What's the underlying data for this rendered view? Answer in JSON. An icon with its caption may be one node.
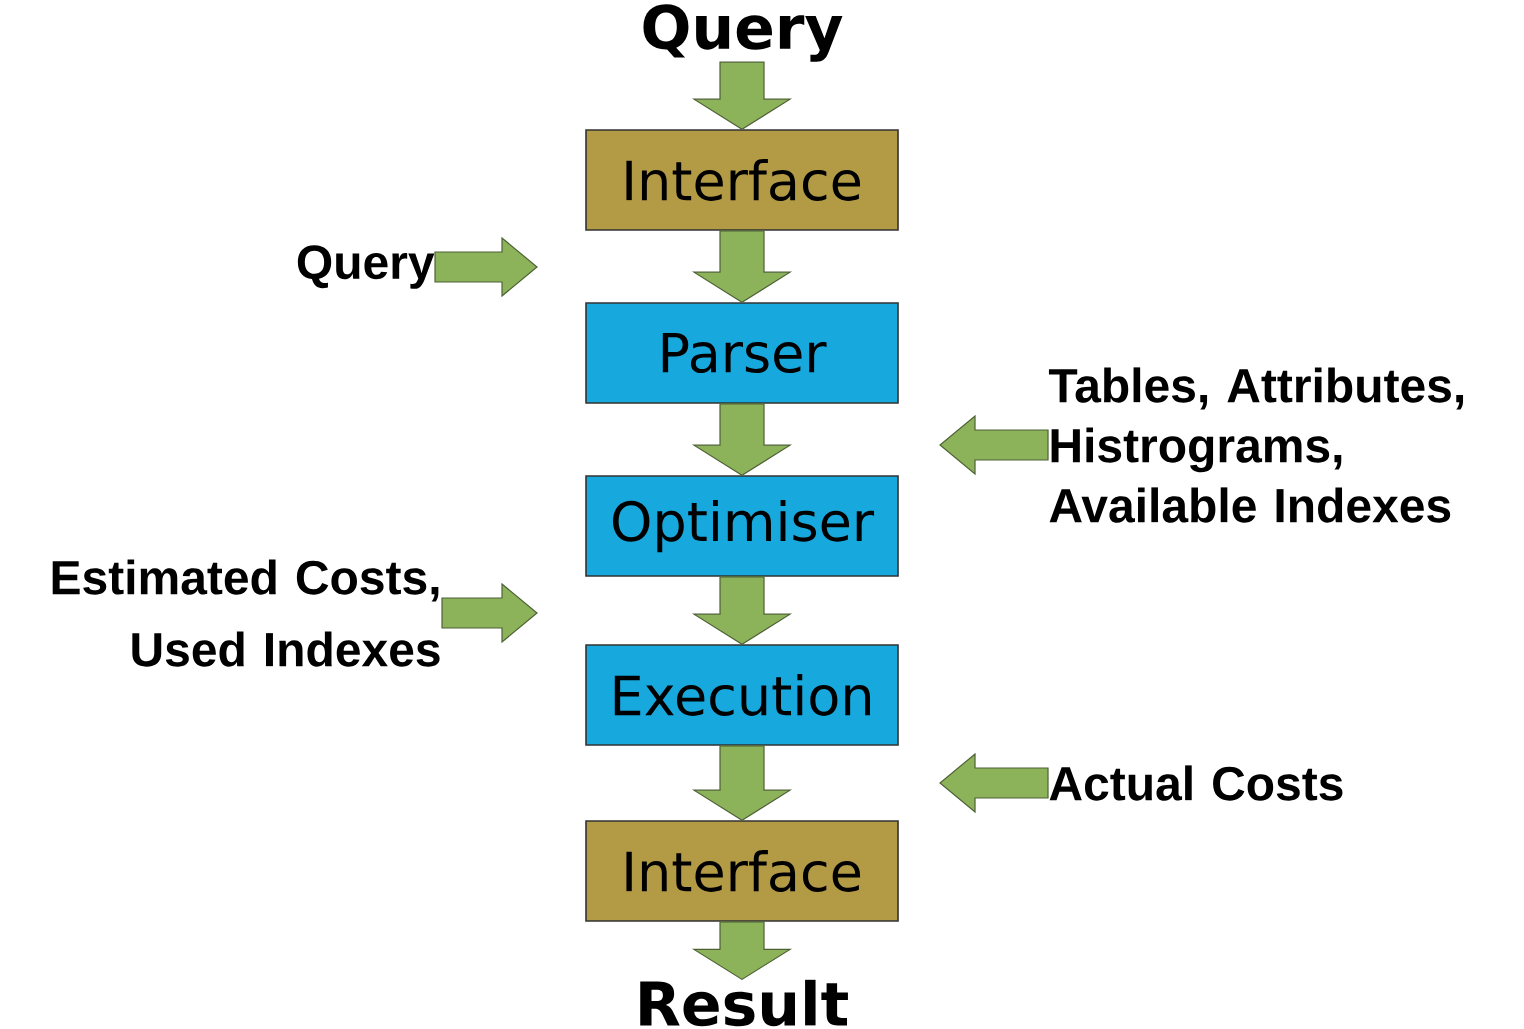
{
  "diagram": {
    "nodes": [
      {
        "text": [
          "Query"
        ]
      },
      {
        "text": [
          "Interface"
        ]
      },
      {
        "text": [
          "Parser"
        ]
      },
      {
        "text": [
          "Optimiser"
        ]
      },
      {
        "text": [
          "Execution"
        ]
      },
      {
        "text": [
          "Interface"
        ]
      },
      {
        "text": [
          "Result"
        ]
      },
      {
        "text": [
          "Query"
        ]
      },
      {
        "text": [
          "Tables, Attributes, Histrograms, Available Indexes"
        ]
      },
      {
        "text": [
          "Estimated Costs, Used Indexes"
        ]
      },
      {
        "text": [
          "Actual Costs"
        ]
      }
    ],
    "edges": [
      {
        "from": 0,
        "to": 1,
        "arrow": "to"
      },
      {
        "from": 1,
        "to": 2,
        "arrow": "to"
      },
      {
        "from": 2,
        "to": 3,
        "arrow": "to"
      },
      {
        "from": 3,
        "to": 4,
        "arrow": "to"
      },
      {
        "from": 4,
        "to": 5,
        "arrow": "to"
      },
      {
        "from": 5,
        "to": 6,
        "arrow": "to"
      },
      {
        "from": 7,
        "to": null,
        "arrow": "to"
      },
      {
        "from": 8,
        "to": null,
        "arrow": "to"
      },
      {
        "from": 9,
        "to": null,
        "arrow": "to"
      },
      {
        "from": 10,
        "to": null,
        "arrow": "to"
      }
    ]
  }
}
